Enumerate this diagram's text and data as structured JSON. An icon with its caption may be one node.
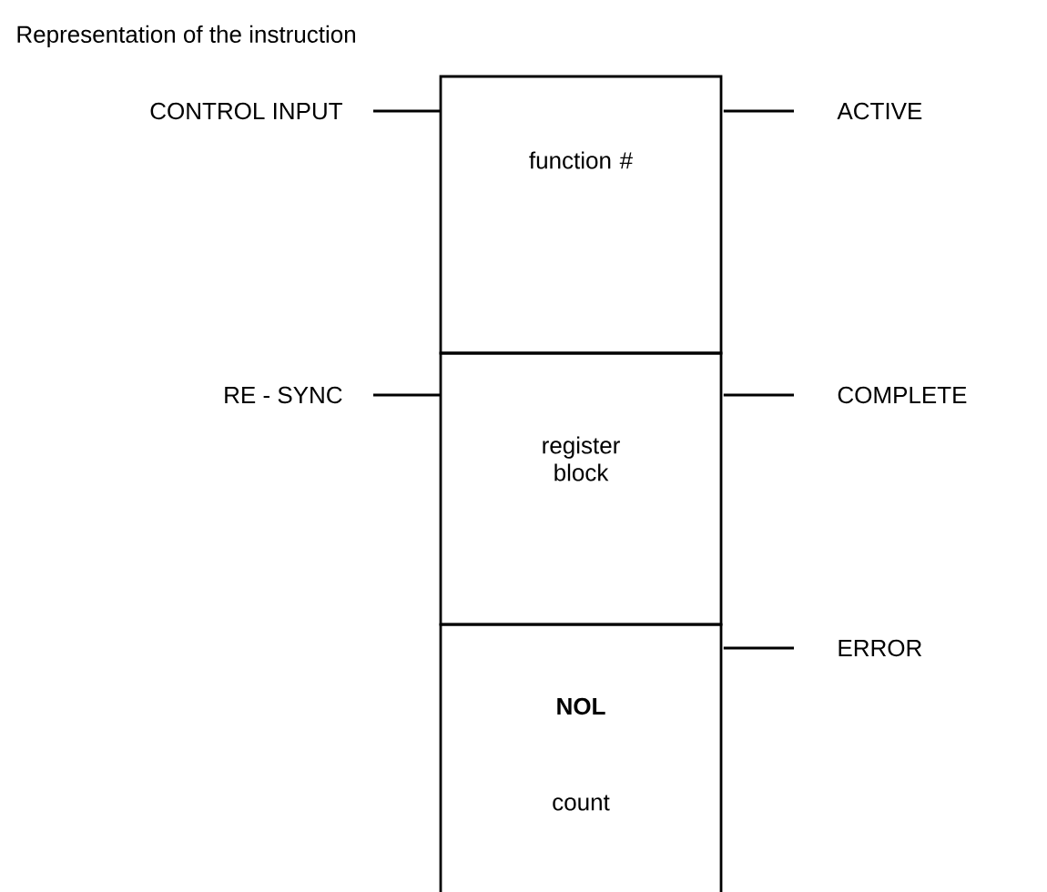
{
  "diagram": {
    "title": "Representation of the instruction",
    "nodes": [
      {
        "text": [
          "function #"
        ]
      },
      {
        "text": [
          "register block"
        ]
      },
      {
        "text": [
          "NOL",
          "count"
        ]
      },
      {
        "text": [
          "CONTROL INPUT"
        ]
      },
      {
        "text": [
          "RE - SYNC"
        ]
      },
      {
        "text": [
          "ACTIVE"
        ]
      },
      {
        "text": [
          "COMPLETE"
        ]
      },
      {
        "text": [
          "ERROR"
        ]
      }
    ],
    "edges": [
      {
        "from": 3,
        "to": 0,
        "arrow": "none"
      },
      {
        "from": 4,
        "to": 1,
        "arrow": "none"
      },
      {
        "from": 0,
        "to": 5,
        "arrow": "none"
      },
      {
        "from": 1,
        "to": 6,
        "arrow": "none"
      },
      {
        "from": 2,
        "to": 7,
        "arrow": "none"
      }
    ]
  }
}
